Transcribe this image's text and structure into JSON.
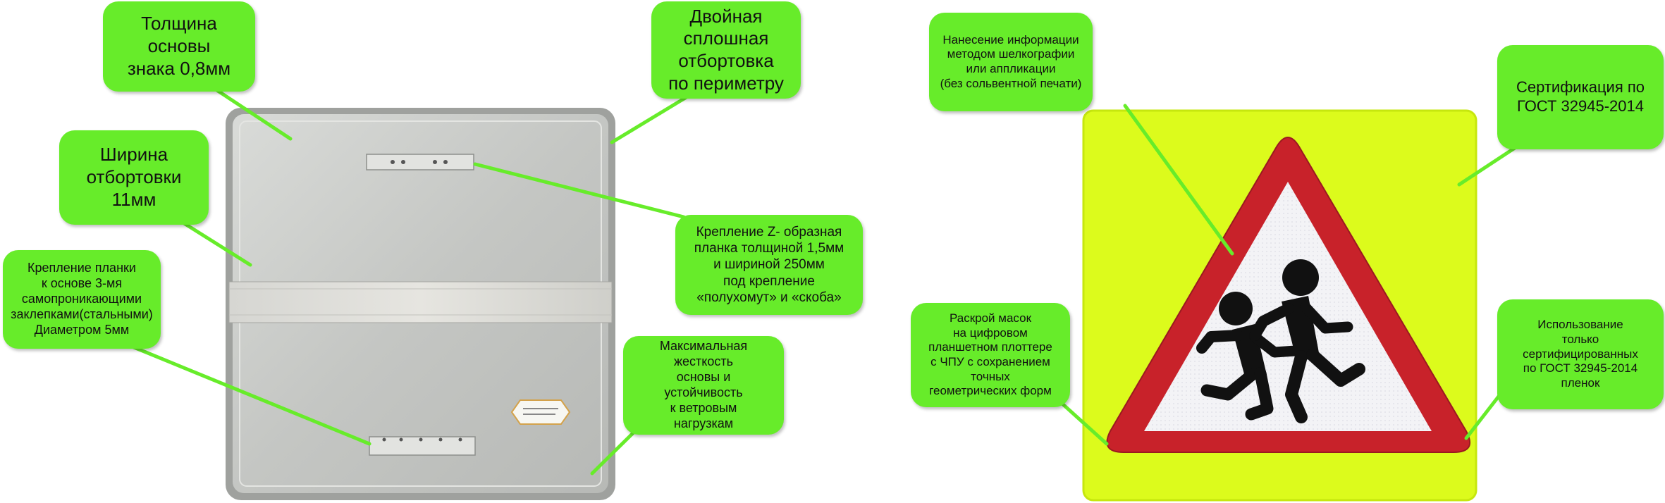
{
  "callouts": {
    "thickness": "Толщина\nосновы\nзнака 0,8мм",
    "double_flange": "Двойная\nсплошная\nотбортовка\nпо периметру",
    "flange_width": "Ширина\nотбортовки\n11мм",
    "rivets": "Крепление планки\nк основе 3-мя\nсамопроникающими\nзаклепками(стальными)\nДиаметром 5мм",
    "z_bracket": "Крепление Z- образная\nпланка толщиной 1,5мм\nи шириной 250мм\nпод крепление\n«полухомут» и «скоба»",
    "rigidity": "Максимальная\nжесткость\nосновы и\nустойчивость\nк ветровым\nнагрузкам",
    "silkscreen": "Нанесение информации\nметодом шелкографии\nили аппликации\n(без сольвентной печати)",
    "certification": "Сертификация  по\nГОСТ 32945-2014",
    "plotter": "Раскрой масок\nна цифровом\nпланшетном плоттере\nс ЧПУ с сохранением\nточных\nгеометрических форм",
    "films": "Использование\nтолько\nсертифицированных\nпо ГОСТ 32945-2014\nпленок"
  },
  "colors": {
    "callout_green": "#67ec2a",
    "sign_background": "#dcfb1c",
    "triangle_border": "#c8222a",
    "triangle_field": "#f4f4f6",
    "aluminum": "#c9cbc8"
  },
  "icons": {
    "pictogram": "children-running-icon"
  }
}
